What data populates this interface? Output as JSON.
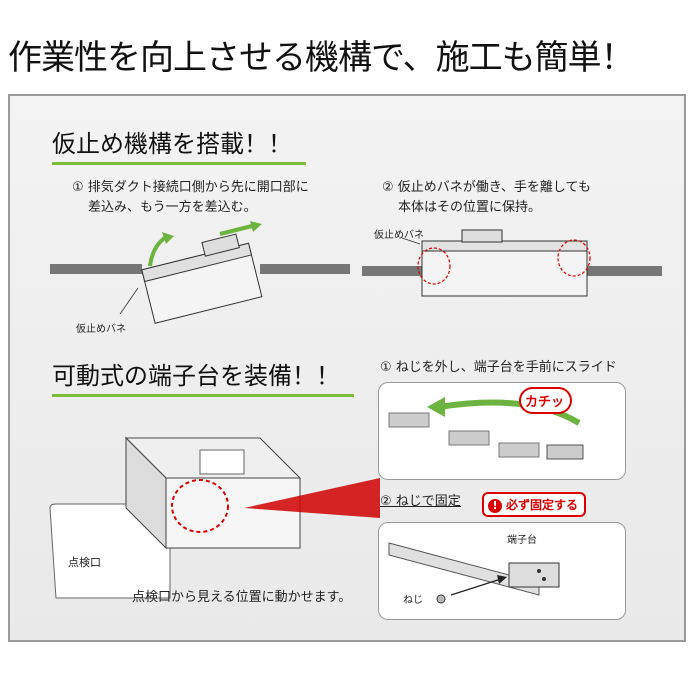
{
  "headline": "作業性を向上させる機構で、施工も簡単！",
  "section1": {
    "title": "仮止め機構を搭載！！",
    "step1_line1": "① 排気ダクト接続口側から先に開口部に",
    "step1_line2": "差込み、もう一方を差込む。",
    "step1_label": "仮止めバネ",
    "step2_line1": "② 仮止めバネが働き、手を離しても",
    "step2_line2": "本体はその位置に保持。",
    "step2_label": "仮止めバネ"
  },
  "section2": {
    "title": "可動式の端子台を装備！！",
    "step1": "① ねじを外し、端子台を手前にスライド",
    "click_label": "カチッ",
    "step2": "② ねじで固定",
    "must_fix": "必ず固定する",
    "terminal_label": "端子台",
    "screw_label": "ねじ",
    "inspection_label": "点検口",
    "caption": "点検口から見える位置に動かせます。"
  },
  "colors": {
    "accent_green": "#7dbb3a",
    "accent_red": "#d00000",
    "frame_gray": "#9a9a9a"
  }
}
